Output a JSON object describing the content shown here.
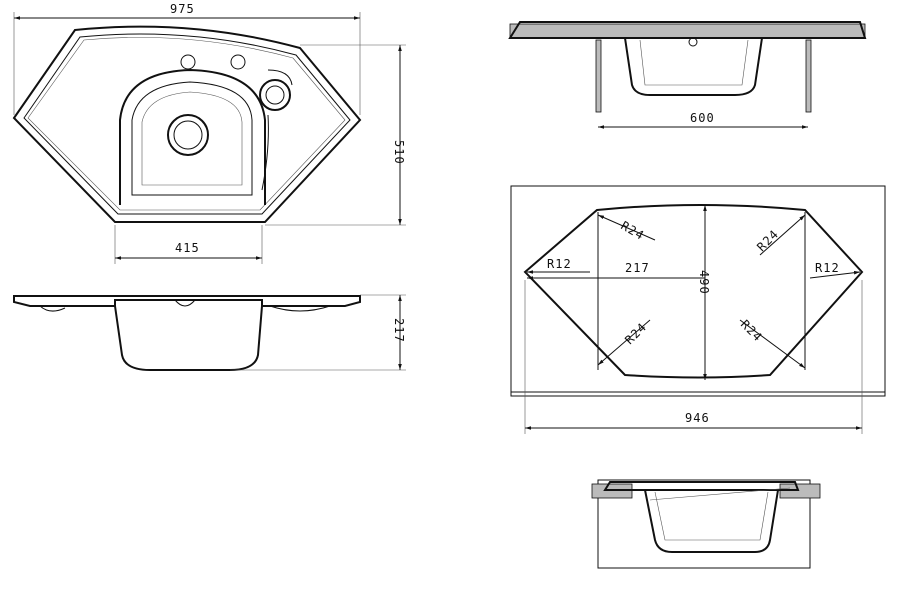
{
  "drawing": {
    "top_view": {
      "width_label": "975",
      "depth_label": "510",
      "bowl_width_label": "415"
    },
    "side_view": {
      "height_label": "217"
    },
    "front_view": {
      "support_span_label": "600"
    },
    "cutout": {
      "radius_labels": [
        "R24",
        "R24",
        "R24",
        "R24"
      ],
      "corner_labels": [
        "R12",
        "R12"
      ],
      "offset_label": "217",
      "depth_label": "490",
      "width_label": "946"
    }
  }
}
